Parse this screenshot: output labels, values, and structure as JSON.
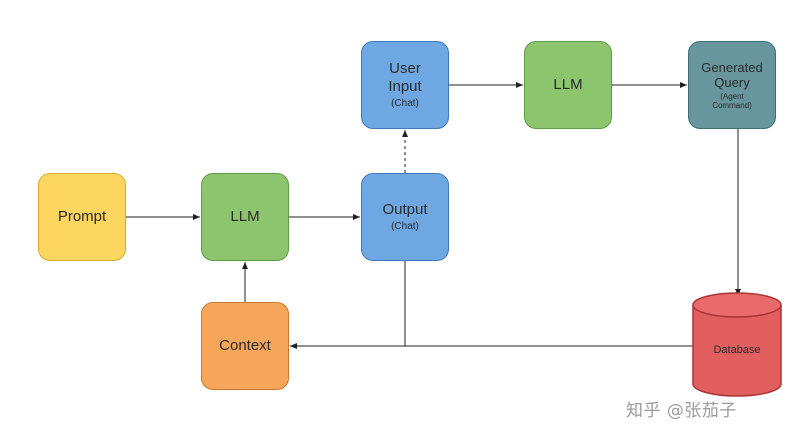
{
  "nodes": {
    "prompt": {
      "label": "Prompt",
      "color": "#fdd661"
    },
    "llm_left": {
      "label": "LLM",
      "color": "#8dc46e"
    },
    "output": {
      "label": "Output",
      "sublabel": "(Chat)",
      "color": "#6fa7e2"
    },
    "user_input": {
      "line1": "User",
      "line2": "Input",
      "sublabel": "(Chat)",
      "color": "#6fa7e2"
    },
    "llm_top": {
      "label": "LLM",
      "color": "#8dc46e"
    },
    "generated_query": {
      "line1": "Generated",
      "line2": "Query",
      "sub1": "(Agent",
      "sub2": "Command)",
      "color": "#67969e"
    },
    "context": {
      "label": "Context",
      "color": "#f5a65b"
    },
    "database": {
      "label": "Database",
      "color": "#e15f5f"
    }
  },
  "edges": [
    {
      "from": "Prompt",
      "to": "LLM",
      "style": "solid"
    },
    {
      "from": "LLM",
      "to": "Output (Chat)",
      "style": "solid"
    },
    {
      "from": "Output (Chat)",
      "to": "User Input (Chat)",
      "style": "dashed"
    },
    {
      "from": "User Input (Chat)",
      "to": "LLM",
      "style": "solid"
    },
    {
      "from": "LLM",
      "to": "Generated Query",
      "style": "solid"
    },
    {
      "from": "Generated Query",
      "to": "Database",
      "style": "solid"
    },
    {
      "from": "Database",
      "to": "Context",
      "style": "solid"
    },
    {
      "from": "Output (Chat)",
      "to": "Context",
      "style": "solid"
    },
    {
      "from": "Context",
      "to": "LLM",
      "style": "solid"
    }
  ],
  "watermark": "知乎 @张茄子"
}
